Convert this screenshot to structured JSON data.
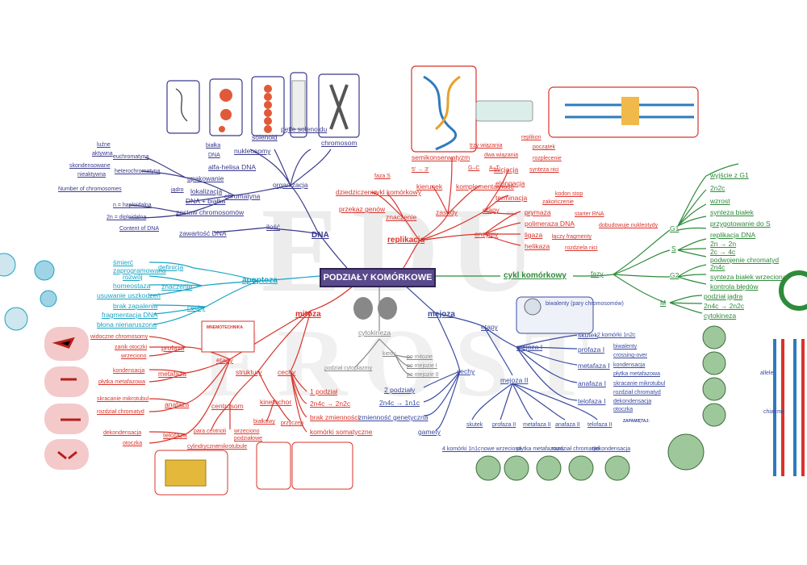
{
  "center": "PODZIAŁY KOMÓRKOWE",
  "watermark": "EDU FROST",
  "colors": {
    "dna": "#3a3a8c",
    "replikacja": "#d9342b",
    "apoptoza": "#1aa3c4",
    "cykl": "#2e8b3a",
    "mitoza": "#d9342b",
    "mejoza": "#3a4aa0",
    "cytokineza": "#888888"
  },
  "nodes": {
    "dna": "DNA",
    "organizacja": "organizacja",
    "chromatyna": "chromatyna",
    "ilosc": "ilość",
    "solenoid": "solenoid",
    "petle": "pętle solenoidu",
    "chromosom": "chromosom",
    "nukleosomy": "nukleosomy",
    "bialka": "białka",
    "dna2": "DNA",
    "alfa": "alfa-helisa DNA",
    "upakowanie": "upakowanie",
    "lokalizacja": "lokalizacja",
    "zestaw": "zestaw chromosomów",
    "jadro": "jądro",
    "dnab": "DNA + białka",
    "euchr": "euchromatyna",
    "heterochr": "heterochromatyna",
    "aktywna": "aktywna",
    "luzne": "luźne",
    "skond": "skondensowane",
    "nieaktywna": "nieaktywna",
    "nhap": "n = haploidalna",
    "ndip": "2n = diploidalna",
    "numchr": "Number of chromosomes",
    "zawartosc": "zawartość DNA",
    "content": "Content of DNA",
    "replikacja": "replikacja",
    "znaczenie": "znaczenie",
    "zasady": "zasady",
    "etapy_r": "etapy",
    "enzymy": "enzymy",
    "dziedz": "dziedziczenie",
    "cykl_k": "cykl komórkowy",
    "przekaz": "przekaz genów",
    "fazaS": "faza S",
    "kierunek": "kierunek",
    "kompl": "komplementarność",
    "semi": "semikonserwatyzm",
    "trzy": "trzy wiązania",
    "dwa": "dwa wiązania",
    "GC": "G–C",
    "AT": "A–T",
    "kier53": "5' → 3'",
    "inicjacja": "inicjacja",
    "elongacja": "elongacja",
    "terminacja": "terminacja",
    "replikon": "replikon",
    "poczatek": "początek",
    "rozpl": "rozplecenie",
    "synteza": "synteza nici",
    "kodon": "kodon stop",
    "zakonczenie": "zakończenie",
    "prymaza": "prymaza",
    "polimeraza": "polimeraza DNA",
    "ligaza": "ligaza",
    "helikaza": "helikaza",
    "starter": "starter RNA",
    "dobud": "dobudowuje nukleotydy",
    "laczy": "łączy fragmenty",
    "rozdziela": "rozdziela nici",
    "apoptoza": "apoptoza",
    "smierc": "śmierć zaprogramowana",
    "definicja": "definicja",
    "znaczenie_a": "znaczenie",
    "rozwoj": "rozwój",
    "homeostaza": "homeostaza",
    "usuwanie": "usuwanie uszkodzeń",
    "cechy_a": "cechy",
    "brak_zap": "brak zapalenia",
    "fragm": "fragmentacja DNA",
    "blona": "błona nienaruszona",
    "cykl": "cykl komórkowy",
    "fazy": "fazy",
    "G1": "G1",
    "S": "S",
    "G2": "G2",
    "M": "M",
    "wyjscie": "wyjście z G1",
    "n2c": "2n2c",
    "wzrost": "wzrost",
    "synt_b": "synteza białek",
    "przyg": "przygotowanie do S",
    "repl_dna": "replikacja DNA",
    "n2n": "2n → 2n",
    "c2c4": "2c → 4c",
    "podwoj": "podwojenie chromatyd",
    "n2c4": "2n4c",
    "synt_w": "synteza białek wrzeciona",
    "kontrola": "kontrola błędów",
    "podzial_j": "podział jądra",
    "n4c2c": "2n4c → 2n2c",
    "cytokineza_c": "cytokineza",
    "mitoza": "mitoza",
    "etapy_m": "etapy",
    "struktury": "struktury",
    "cechy_m": "cechy",
    "profaza": "profaza",
    "metafaza": "metafaza",
    "anafaza": "anafaza",
    "telofaza": "telofaza",
    "widoczne": "widoczne chromosomy",
    "zanik": "zanik otoczki",
    "wrzeciono": "wrzeciono",
    "kondensacja": "kondensacja",
    "plytka": "płytka metafazowa",
    "skracanie": "skracanie mikrotubul",
    "rozdzial": "rozdział chromatyd",
    "dekondensacja": "dekondensacja",
    "otoczka": "otoczka",
    "centrosom": "centrosom",
    "kinetochor": "kinetochor",
    "para": "para centrioli",
    "cylindryczne": "cylindryczne",
    "mikrotubule": "mikrotubule",
    "wrzecionopod": "wrzeciono podziałowe",
    "bialkowy": "białkowy",
    "przyczep": "przyczep",
    "p1": "1 podział",
    "p2": "2n4c → 2n2c",
    "brak_zm": "brak zmienności",
    "kom_som": "komórki somatyczne",
    "cytokineza": "cytokineza",
    "kiedy": "kiedy",
    "po_mit": "po mitozie",
    "po_mej1": "po mejozie I",
    "po_mej2": "po mejozie II",
    "podzial_c": "podział cytoplazmy",
    "mejoza": "mejoza",
    "etapy_me": "etapy",
    "cechy_me": "cechy",
    "mejozaI": "mejoza I",
    "mejozaII": "mejoza II",
    "skutek": "skutek",
    "profazaI": "profaza I",
    "metafazaI": "metafaza I",
    "anafazaI": "anafaza I",
    "telofazaI": "telofaza I",
    "biwalenty": "biwalenty",
    "crossing": "crossing-over",
    "kondensacja_m": "kondensacja",
    "plytka_m": "płytka metafazowa",
    "skracanie_m": "skracanie mikrotubul",
    "rozdzial_m": "rozdział chromatyd",
    "dekond_m": "dekondensacja",
    "otoczka_m": "otoczka",
    "dwa_p": "2 podziały",
    "n4c1c": "2n4c → 1n1c",
    "zmiennosc": "zmienność genetyczna",
    "gamety": "gamety",
    "skutek2": "skutek",
    "profazaII": "profaza II",
    "metafazaII": "metafaza II",
    "anafazaII": "anafaza II",
    "telofazaII": "telofaza II",
    "k4": "4 komórki 1n1c",
    "nowe": "nowe wrzeciono",
    "plytka2": "płytka metafazowa",
    "rozdzial2": "rozdział chromatyd",
    "dekond2": "dekondensacja",
    "biwalenty_lbl": "biwalenty (pary chromosomów)",
    "skutek1": "2 komórki 1n2c",
    "allele": "allele",
    "chiazma": "chiazma",
    "memo_title": "MNEMOTECHNIKA",
    "zapamietaj": "ZAPAMIĘTAJ:"
  }
}
